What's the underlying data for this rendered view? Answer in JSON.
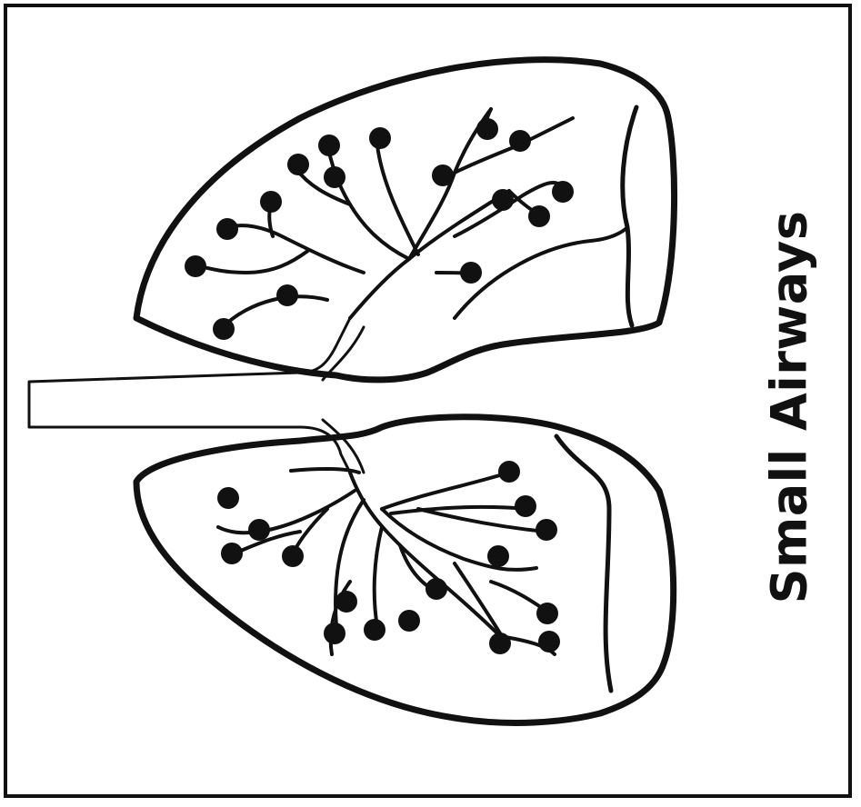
{
  "diagram": {
    "title": "Small Airways",
    "colors": {
      "ink": "#111111",
      "fill": "#ffffff"
    },
    "elements": {
      "lungs": [
        "upper-lung",
        "lower-lung"
      ],
      "airway": "trachea",
      "markers": "small-airway-node"
    }
  }
}
